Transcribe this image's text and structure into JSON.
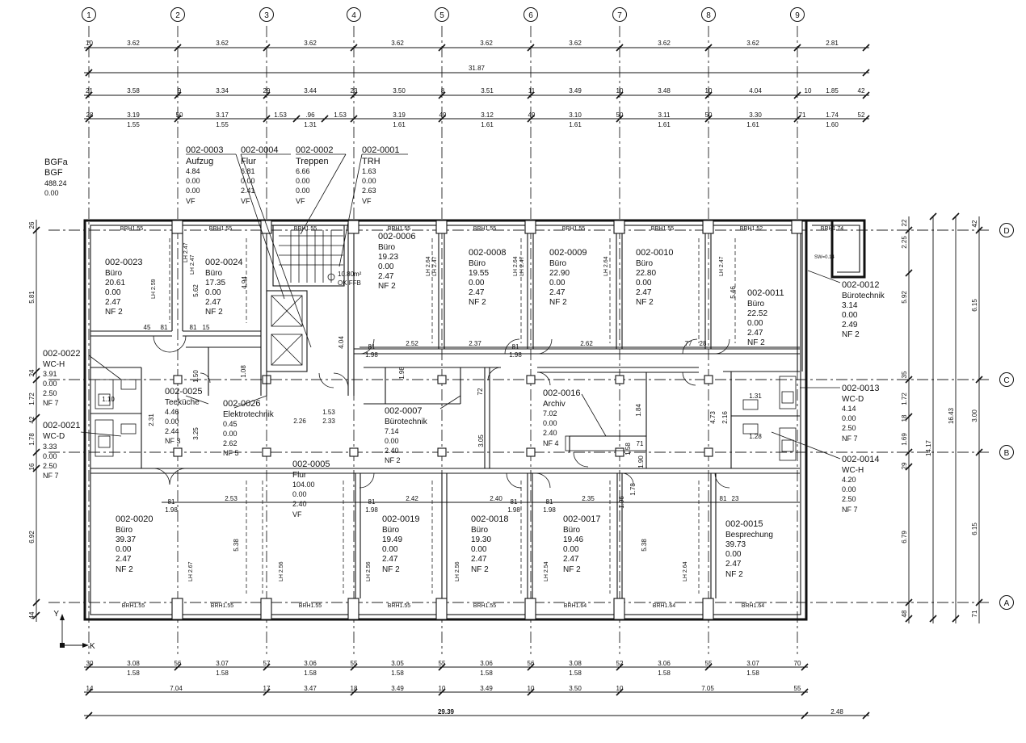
{
  "grid_columns": [
    "1",
    "2",
    "3",
    "4",
    "5",
    "6",
    "7",
    "8",
    "9"
  ],
  "grid_rows": [
    "D",
    "C",
    "B",
    "A"
  ],
  "dim_rows": {
    "r1": [
      "10",
      "3.62",
      "3.62",
      "3.62",
      "3.62",
      "3.62",
      "3.62",
      "3.62",
      "3.62",
      "2.81"
    ],
    "total1": "31.87",
    "r3": [
      "21",
      "3.58",
      "9",
      "3.34",
      "29",
      "3.44",
      "23",
      "3.50",
      "8",
      "3.51",
      "11",
      "3.49",
      "10",
      "3.48",
      "10",
      "4.04",
      "10",
      "1.85",
      "42"
    ],
    "r4": [
      "28",
      "3.19",
      "50",
      "3.17",
      "1.53",
      ".96",
      "1.53",
      "3.19",
      "49",
      "3.12",
      "49",
      "3.10",
      "50",
      "3.11",
      "50",
      "3.30",
      "71",
      "1.74",
      "52"
    ],
    "r4_sub": [
      "1.55",
      "1.55",
      "1.31",
      "1.61",
      "1.61",
      "1.61",
      "1.61",
      "1.61",
      "1.60"
    ],
    "b1": [
      "30",
      "3.08",
      "56",
      "3.07",
      "57",
      "3.06",
      "55",
      "3.05",
      "55",
      "3.06",
      "56",
      "3.08",
      "52",
      "3.06",
      "55",
      "3.07",
      "70"
    ],
    "b1_sub": [
      "1.58",
      "1.58",
      "1.58",
      "1.58",
      "1.58",
      "1.58",
      "1.58",
      "1.58"
    ],
    "b2": [
      "14",
      "7.04",
      "17",
      "3.47",
      "18",
      "3.49",
      "10",
      "3.49",
      "10",
      "3.50",
      "10",
      "7.05",
      "55"
    ],
    "total_bottom": "29.39",
    "bottom_right": "2.48"
  },
  "left_dims": [
    "5.81",
    "1.72",
    "1.78",
    "6.92"
  ],
  "left_small": [
    "26",
    "24",
    "42",
    "16",
    "44"
  ],
  "right_dims": {
    "outer": [
      "2.25",
      "5.92",
      "1.72",
      "1.69",
      "6.79"
    ],
    "mid": [
      "3.00",
      "6.15",
      "6.15"
    ],
    "tall": [
      "14.17",
      "16.43"
    ],
    "small": [
      "22",
      "35",
      "18",
      "29",
      "48",
      "42",
      "71"
    ]
  },
  "bgf": {
    "l1": "BGFa",
    "l2": "BGF",
    "l3": "488.24",
    "l4": "0.00"
  },
  "callouts": [
    {
      "id": "002-0003",
      "name": "Aufzug",
      "a": "4.84",
      "b": "0.00",
      "c": "0.00",
      "d": "VF"
    },
    {
      "id": "002-0004",
      "name": "Flur",
      "a": "6.81",
      "b": "0.00",
      "c": "2.41",
      "d": "VF"
    },
    {
      "id": "002-0002",
      "name": "Treppen",
      "a": "6.66",
      "b": "0.00",
      "c": "0.00",
      "d": "VF"
    },
    {
      "id": "002-0001",
      "name": "TRH",
      "a": "1.63",
      "b": "0.00",
      "c": "2.63",
      "d": "VF"
    }
  ],
  "rooms": [
    {
      "id": "002-0023",
      "name": "Büro",
      "a": "20.61",
      "b": "0.00",
      "c": "2.47",
      "d": "NF 2"
    },
    {
      "id": "002-0024",
      "name": "Büro",
      "a": "17.35",
      "b": "0.00",
      "c": "2.47",
      "d": "NF 2"
    },
    {
      "id": "002-0006",
      "name": "Büro",
      "a": "19.23",
      "b": "0.00",
      "c": "2.47",
      "d": "NF 2"
    },
    {
      "id": "002-0008",
      "name": "Büro",
      "a": "19.55",
      "b": "0.00",
      "c": "2.47",
      "d": "NF 2"
    },
    {
      "id": "002-0009",
      "name": "Büro",
      "a": "22.90",
      "b": "0.00",
      "c": "2.47",
      "d": "NF 2"
    },
    {
      "id": "002-0010",
      "name": "Büro",
      "a": "22.80",
      "b": "0.00",
      "c": "2.47",
      "d": "NF 2"
    },
    {
      "id": "002-0011",
      "name": "Büro",
      "a": "22.52",
      "b": "0.00",
      "c": "2.47",
      "d": "NF 2"
    },
    {
      "id": "002-0012",
      "name": "Bürotechnik",
      "a": "3.14",
      "b": "0.00",
      "c": "2.49",
      "d": "NF 2"
    },
    {
      "id": "002-0022",
      "name": "WC-H",
      "a": "3.91",
      "b": "0.00",
      "c": "2.50",
      "d": "NF 7"
    },
    {
      "id": "002-0021",
      "name": "WC-D",
      "a": "3.33",
      "b": "0.00",
      "c": "2.50",
      "d": "NF 7"
    },
    {
      "id": "002-0025",
      "name": "Teeküche",
      "a": "4.46",
      "b": "0.00",
      "c": "2.44",
      "d": "NF 3"
    },
    {
      "id": "002-0026",
      "name": "Elektrotechnik",
      "a": "0.45",
      "b": "0.00",
      "c": "2.62",
      "d": "NF 5"
    },
    {
      "id": "002-0007",
      "name": "Bürotechnik",
      "a": "7.14",
      "b": "0.00",
      "c": "2.40",
      "d": "NF 2"
    },
    {
      "id": "002-0016",
      "name": "Archiv",
      "a": "7.02",
      "b": "0.00",
      "c": "2.40",
      "d": "NF 4"
    },
    {
      "id": "002-0013",
      "name": "WC-D",
      "a": "4.14",
      "b": "0.00",
      "c": "2.50",
      "d": "NF 7"
    },
    {
      "id": "002-0014",
      "name": "WC-H",
      "a": "4.20",
      "b": "0.00",
      "c": "2.50",
      "d": "NF 7"
    },
    {
      "id": "002-0005",
      "name": "Flur",
      "a": "104.00",
      "b": "0.00",
      "c": "2.40",
      "d": "VF"
    },
    {
      "id": "002-0020",
      "name": "Büro",
      "a": "39.37",
      "b": "0.00",
      "c": "2.47",
      "d": "NF 2"
    },
    {
      "id": "002-0019",
      "name": "Büro",
      "a": "19.49",
      "b": "0.00",
      "c": "2.47",
      "d": "NF 2"
    },
    {
      "id": "002-0018",
      "name": "Büro",
      "a": "19.30",
      "b": "0.00",
      "c": "2.47",
      "d": "NF 2"
    },
    {
      "id": "002-0017",
      "name": "Büro",
      "a": "19.46",
      "b": "0.00",
      "c": "2.47",
      "d": "NF 2"
    },
    {
      "id": "002-0015",
      "name": "Besprechung",
      "a": "39.73",
      "b": "0.00",
      "c": "2.47",
      "d": "NF 2"
    }
  ],
  "stair_note": {
    "l1": "10.80m²",
    "l2": "OK FFB"
  },
  "brh_top": [
    "BRH1.55",
    "BRH1.55",
    "BRH1.55",
    "BRH1.55",
    "BRH1.55",
    "BRH1.55",
    "BRH1.55",
    "BRH1.52",
    "BRH1.74"
  ],
  "brh_bottom": [
    "BRH1.55",
    "BRH1.55",
    "BRH1.55",
    "BRH1.55",
    "BRH1.55",
    "BRH1.64",
    "BRH1.64",
    "BRH1.64"
  ],
  "lh_labels": [
    "LH 2.47",
    "LH 2.59",
    "LH 2.47",
    "LH 2.64",
    "LH 2.47",
    "LH 2.64",
    "LH 2.47",
    "LH 2.64",
    "LH 2.47",
    "LH 2.67",
    "LH 2.56",
    "LH 2.56",
    "LH 2.56",
    "LH 2.54",
    "LH 2.64"
  ],
  "inner_dims": {
    "corridor_top": [
      "2.52",
      "2.37",
      "2.62",
      "77",
      "28"
    ],
    "corridor_bottom": [
      "2.53",
      "2.42",
      "2.40",
      "2.35",
      "81",
      "23"
    ],
    "door_81": [
      "81",
      "1.98"
    ],
    "vertical": [
      "5.46",
      "5.62",
      "4.94",
      "4.04",
      "1.08",
      "1.50",
      "3.25",
      "2.31",
      "3.05",
      "1.84",
      "4.73",
      "2.16",
      "5.38",
      "5.38"
    ],
    "misc": [
      "45",
      "81",
      "81",
      "15",
      "1.53",
      "2.26",
      "2.33",
      "1.10",
      "1.31",
      "1.28",
      "1.58",
      "71",
      "1.90",
      "1.78",
      "1.96",
      "72",
      "1.98"
    ]
  },
  "axis": {
    "y": "Y",
    "x": "K"
  },
  "sw_note": "SW=0.14"
}
